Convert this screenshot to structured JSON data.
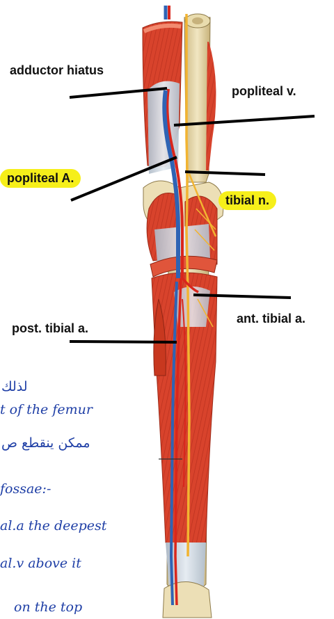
{
  "labels": {
    "adductor_hiatus": "adductor hiatus",
    "popliteal_v": "popliteal v.",
    "popliteal_a": "popliteal A.",
    "tibial_n": "tibial n.",
    "ant_tibial_a": "ant. tibial a.",
    "post_tibial_a": "post. tibial a."
  },
  "handwritten_notes": {
    "line1": "لذلك",
    "line2": "t of the femur",
    "line3": "ممكن ينقطع ص",
    "line4": "fossae:-",
    "line5": "al.a the deepest",
    "line6": "al.v above it",
    "line7": "on the top"
  },
  "colors": {
    "highlight": "#f6ef1a",
    "muscle": "#d8432c",
    "bone": "#e9dcae",
    "artery": "#d9261c",
    "vein": "#2f63b4",
    "nerve": "#f2b431",
    "tendon": "#c9d3dd",
    "handwriting": "#1f3fa6"
  }
}
